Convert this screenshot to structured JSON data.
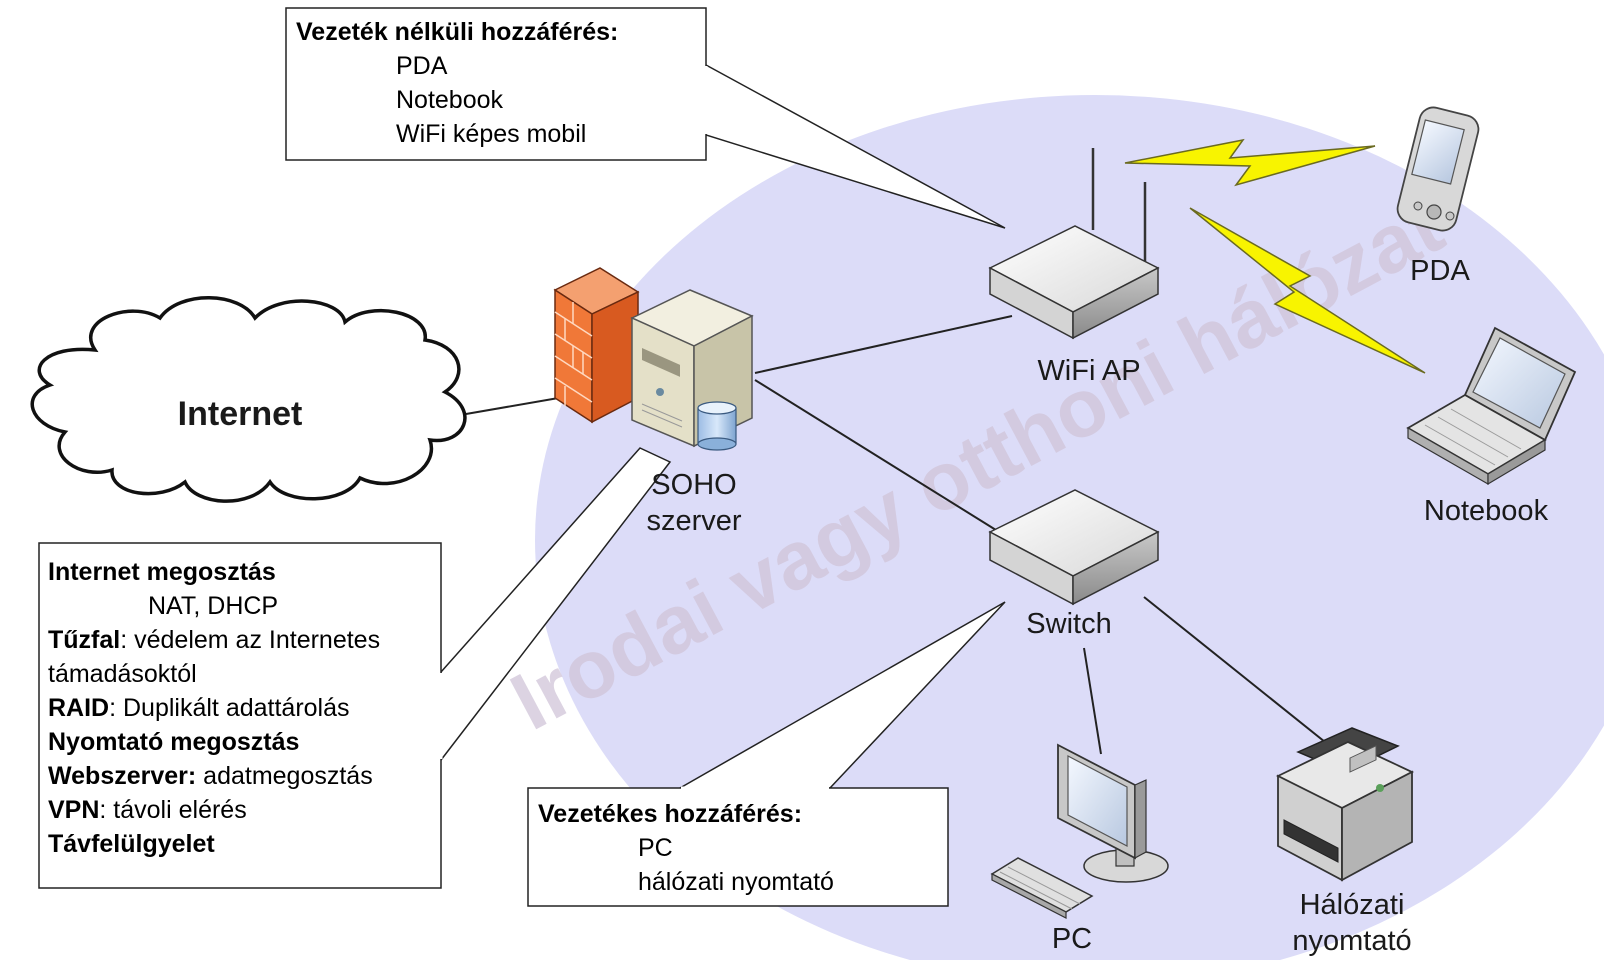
{
  "cloud": {
    "label": "Internet"
  },
  "watermark": "Irodai vagy otthoni hálózat",
  "devices": {
    "server": {
      "line1": "SOHO",
      "line2": "szerver"
    },
    "wifi_ap": {
      "label": "WiFi AP"
    },
    "switch": {
      "label": "Switch"
    },
    "pda": {
      "label": "PDA"
    },
    "notebook": {
      "label": "Notebook"
    },
    "pc": {
      "label": "PC"
    },
    "printer": {
      "line1": "Hálózati",
      "line2": "nyomtató"
    }
  },
  "callouts": {
    "wireless": {
      "title": "Vezeték nélküli hozzáférés:",
      "items": [
        "PDA",
        "Notebook",
        "WiFi képes mobil"
      ]
    },
    "wired": {
      "title": "Vezetékes hozzáférés:",
      "items": [
        "PC",
        "hálózati nyomtató"
      ]
    },
    "server": {
      "internet_sharing": "Internet megosztás",
      "internet_sharing_detail": "NAT, DHCP",
      "firewall_bold": "Tűzfal",
      "firewall_rest": ": védelem az Internetes",
      "firewall_rest2": "támadásoktól",
      "raid_bold": "RAID",
      "raid_rest": ": Duplikált adattárolás",
      "print_sharing": "Nyomtató megosztás",
      "webserver_bold": "Webszerver:",
      "webserver_rest": " adatmegosztás",
      "vpn_bold": "VPN",
      "vpn_rest": ": távoli elérés",
      "remote": "Távfelülgyelet"
    }
  },
  "colors": {
    "network_area": "#dcdcf8",
    "lightning": "#f8f400",
    "firewall": "#f07838"
  }
}
